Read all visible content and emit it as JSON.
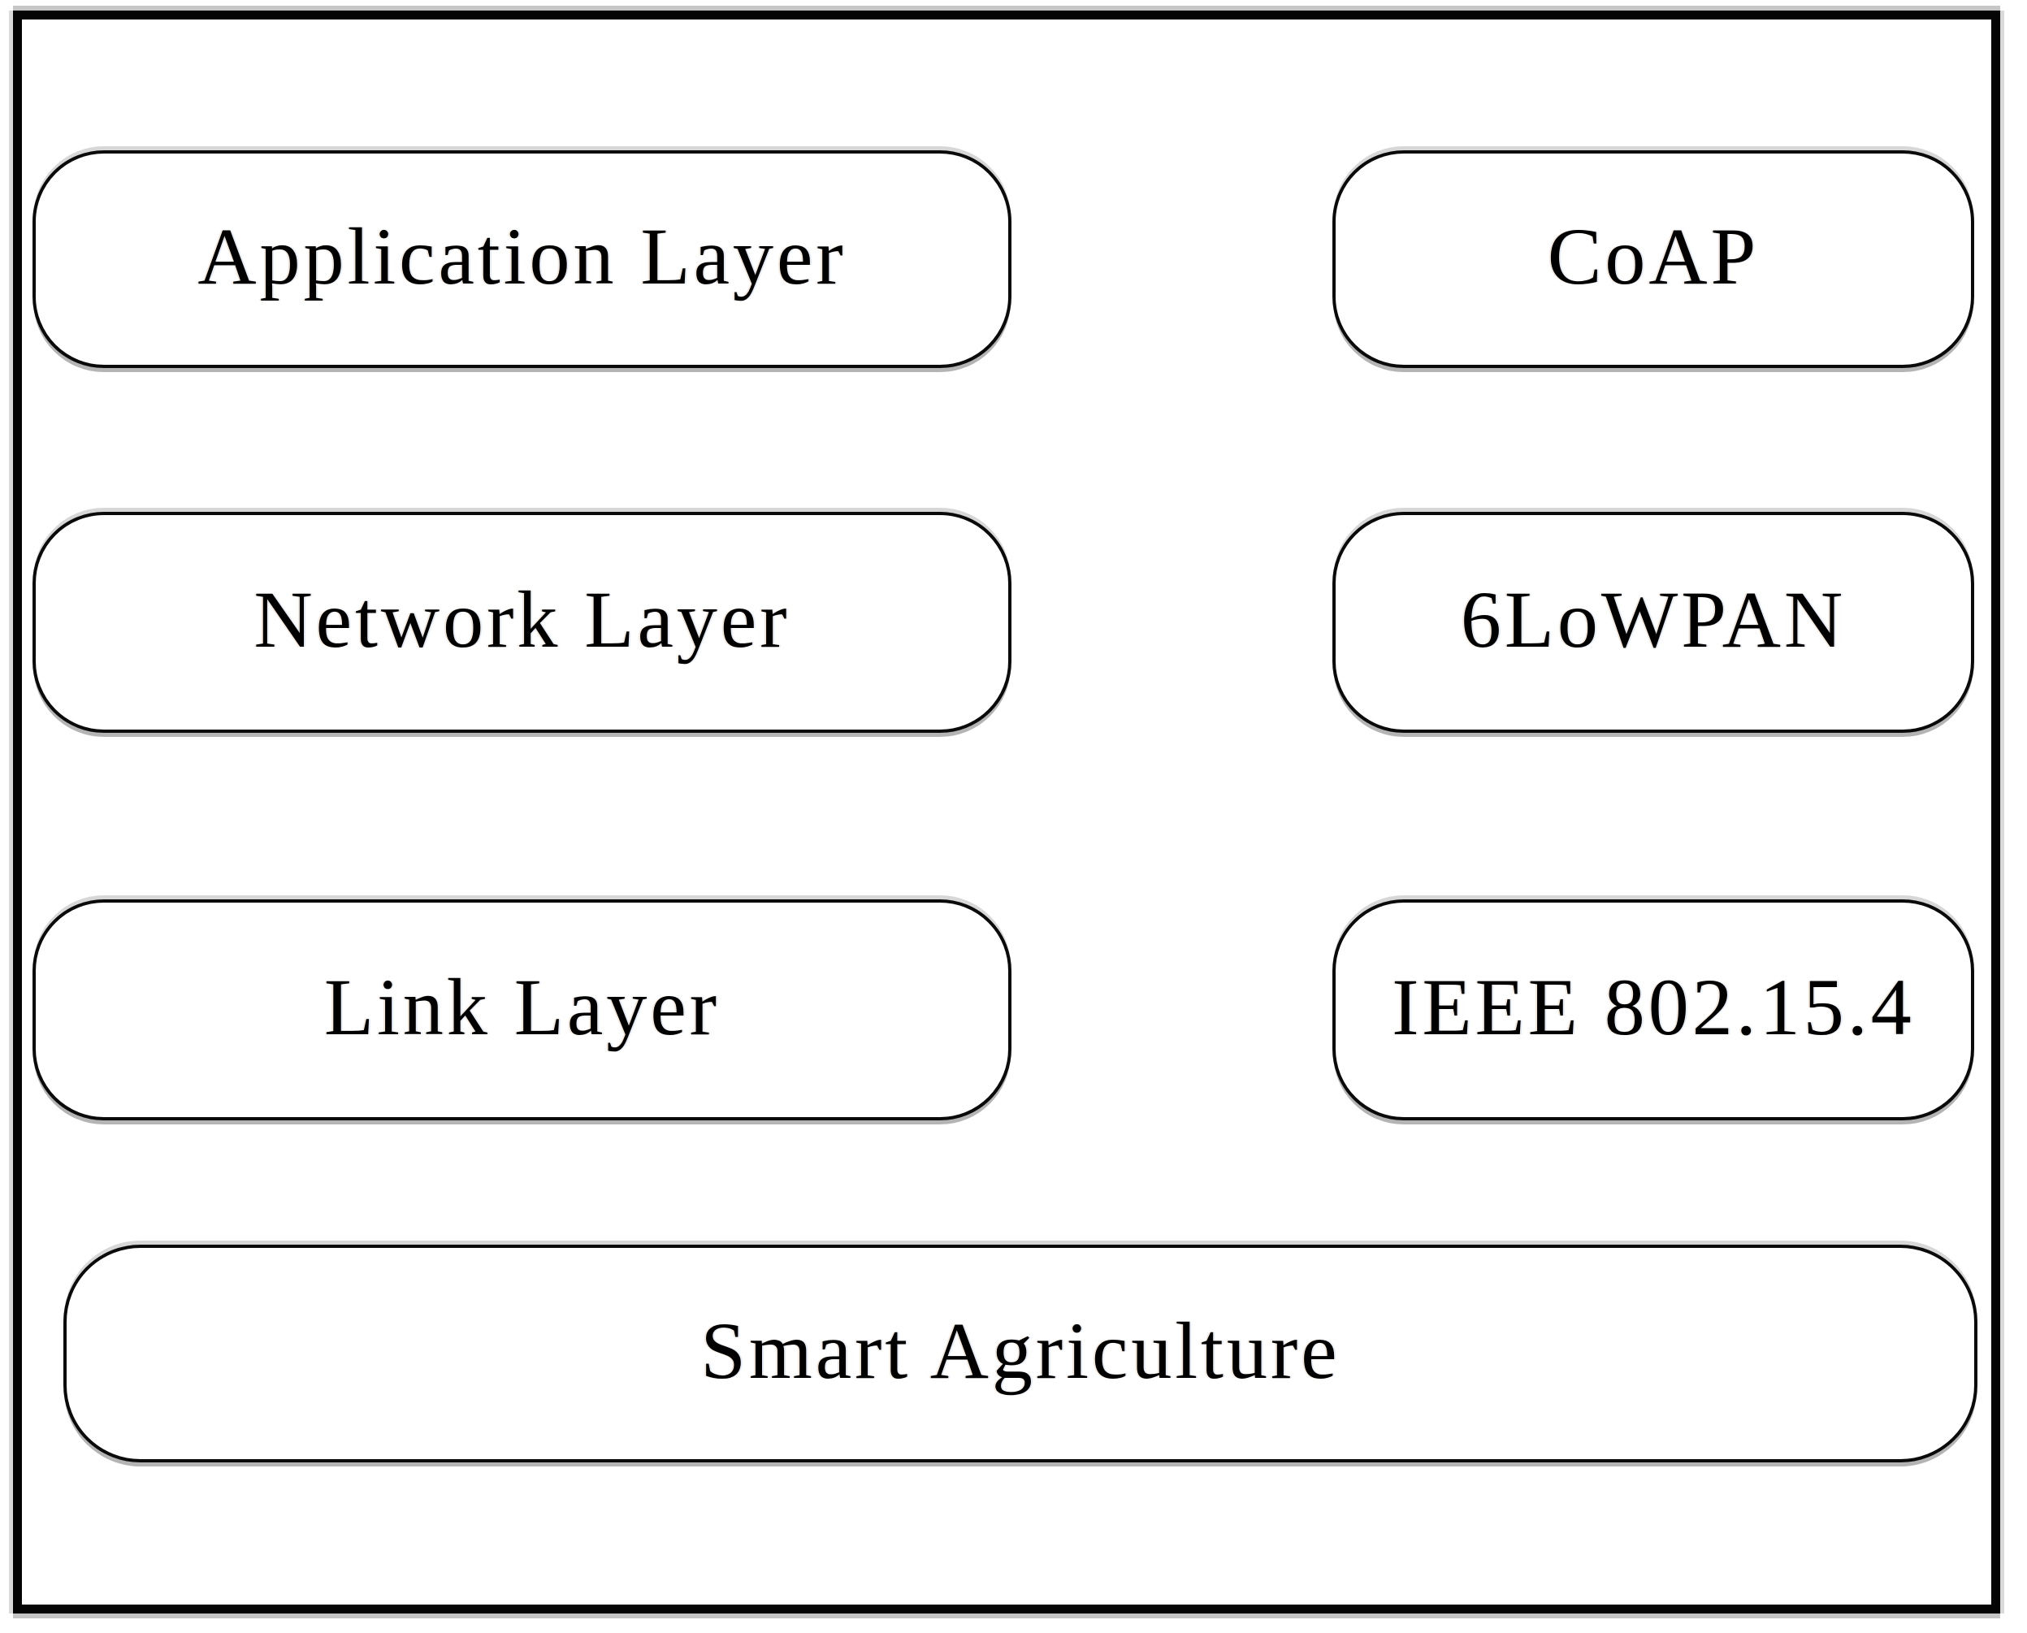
{
  "diagram": {
    "rows": [
      {
        "left": "Application Layer",
        "right": "CoAP"
      },
      {
        "left": "Network Layer",
        "right": "6LoWPAN"
      },
      {
        "left": "Link Layer",
        "right": "IEEE 802.15.4"
      }
    ],
    "bottom_label": "Smart Agriculture",
    "colors": {
      "border": "#000000",
      "box_background": "#ffffff",
      "text": "#000000",
      "antialias_gray": "#8a8a8a"
    }
  }
}
